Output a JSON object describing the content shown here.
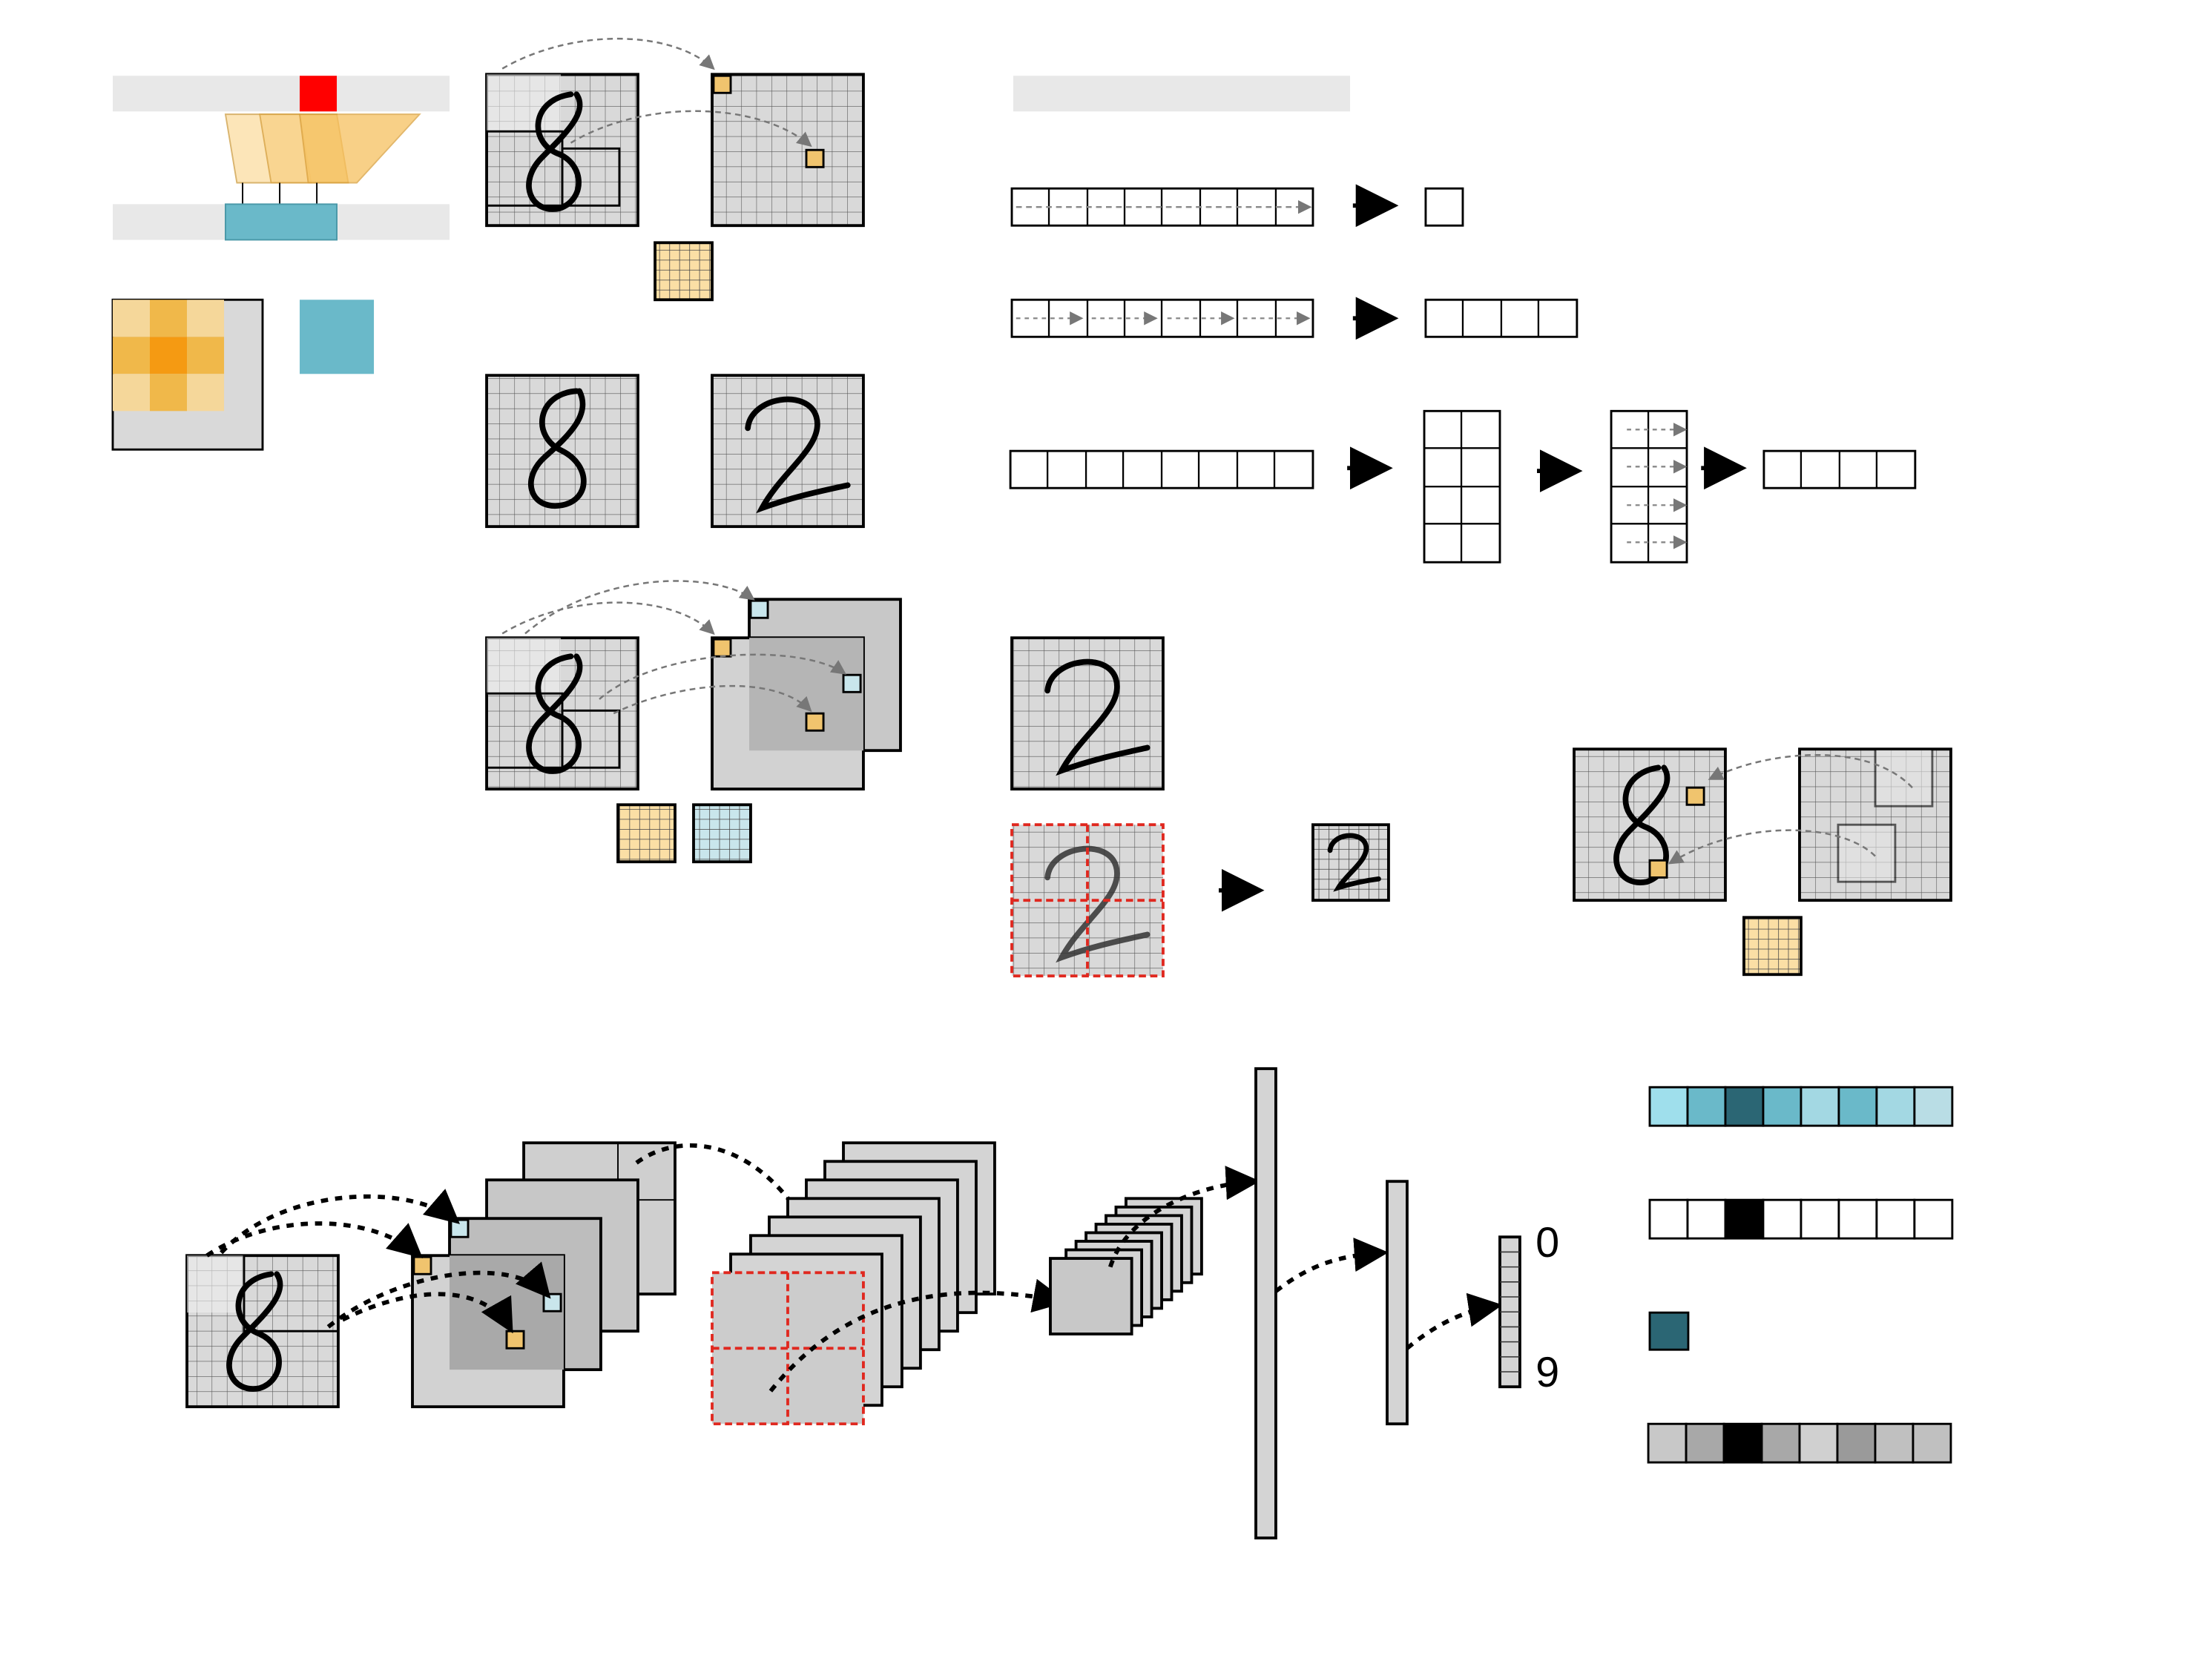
{
  "output_labels": {
    "first": "0",
    "last": "9"
  },
  "colors": {
    "grid_fill": "#d9d9d9",
    "grid_line": "#555555",
    "frame": "#000000",
    "kernel_orange": "#fbdfa5",
    "kernel_blue": "#c9e6ec",
    "highlight_red": "#ff0000",
    "bias_blue": "#6ab9c9",
    "dark_teal": "#2b6674",
    "label_bar_gray": "#e8e8e8",
    "dashed_red": "#e0281f"
  },
  "icons": {
    "digit_eight": "handwritten-8",
    "digit_two": "handwritten-2",
    "arrow": "right-arrow-icon"
  },
  "vectors": {
    "blue_vector": [
      "#9fdfec",
      "#6ab9c9",
      "#2b6674",
      "#6ab9c9",
      "#a3d8e3",
      "#6ab9c9",
      "#a3d8e3",
      "#b9dde5"
    ],
    "onehot_vector": [
      "#ffffff",
      "#ffffff",
      "#000000",
      "#ffffff",
      "#ffffff",
      "#ffffff",
      "#ffffff",
      "#ffffff"
    ],
    "gray_vector": [
      "#c8c8c8",
      "#a8a8a8",
      "#000000",
      "#a8a8a8",
      "#d0d0d0",
      "#9a9a9a",
      "#c0c0c0",
      "#c0c0c0"
    ]
  }
}
